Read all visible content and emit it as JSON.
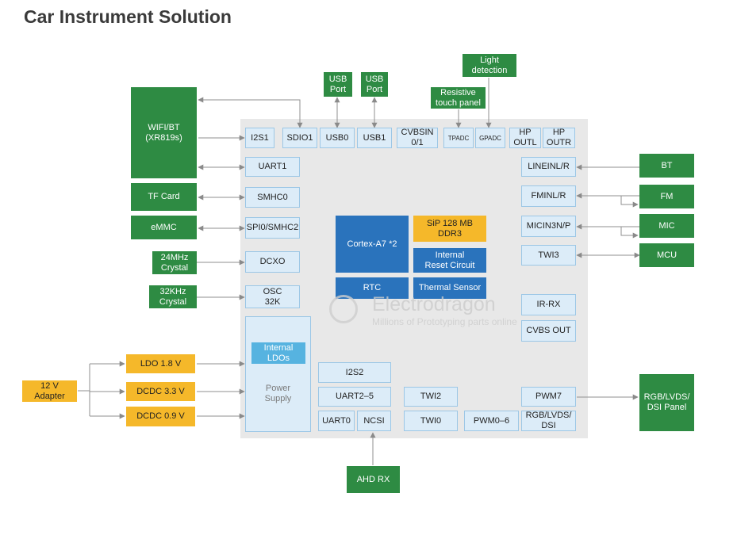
{
  "title": "Car Instrument Solution",
  "blocks": {
    "wifi_bt": "WIFI/BT\n(XR819s)",
    "tf_card": "TF Card",
    "emmc": "eMMC",
    "crystal_24m": "24MHz\nCrystal",
    "crystal_32k": "32KHz\nCrystal",
    "adapter_12v": "12 V\nAdapter",
    "ldo_1v8": "LDO 1.8 V",
    "dcdc_3v3": "DCDC 3.3 V",
    "dcdc_0v9": "DCDC 0.9 V",
    "usb_port_0": "USB\nPort",
    "usb_port_1": "USB\nPort",
    "resistive_touch": "Resistive\ntouch panel",
    "light_detection": "Light\ndetection",
    "bt": "BT",
    "fm": "FM",
    "mic": "MIC",
    "mcu": "MCU",
    "display_panel": "RGB/LVDS/\nDSI Panel",
    "ahd_rx": "AHD RX"
  },
  "interfaces": {
    "i2s1": "I2S1",
    "sdio1": "SDIO1",
    "usb0": "USB0",
    "usb1": "USB1",
    "cvbsin": "CVBSIN\n0/1",
    "tpadc": "TPADC",
    "gpadc": "GPADC",
    "hp_outl": "HP\nOUTL",
    "hp_outr": "HP\nOUTR",
    "uart1": "UART1",
    "smhc0": "SMHC0",
    "spi0_smhc2": "SPI0/SMHC2",
    "dcxo": "DCXO",
    "osc32k": "OSC\n32K",
    "internal_ldos": "Internal\nLDOs",
    "power_supply": "Power\nSupply",
    "lineinl_r": "LINEINL/R",
    "fminl_r": "FMINL/R",
    "micin3n_p": "MICIN3N/P",
    "twi3": "TWI3",
    "ir_rx": "IR-RX",
    "cvbs_out": "CVBS OUT",
    "i2s2": "I2S2",
    "uart2_5": "UART2–5",
    "uart0": "UART0",
    "ncsi": "NCSI",
    "twi2": "TWI2",
    "twi0": "TWI0",
    "pwm0_6": "PWM0–6",
    "pwm7": "PWM7",
    "rgb_lvds_dsi": "RGB/LVDS/\nDSI"
  },
  "core": {
    "cortex": "Cortex-A7 *2",
    "sip_ddr3": "SiP 128 MB\nDDR3",
    "reset_circuit": "Internal\nReset Circuit",
    "rtc": "RTC",
    "thermal_sensor": "Thermal Sensor"
  },
  "watermark": {
    "name": "Electrodragon",
    "tagline": "Millions of Prototyping parts online"
  },
  "colors": {
    "green": "#2e8b43",
    "yellow": "#f5b82a",
    "blue": "#2a73bc",
    "light_blue": "#dcecf8",
    "chip_gray": "#e8e8e8"
  }
}
